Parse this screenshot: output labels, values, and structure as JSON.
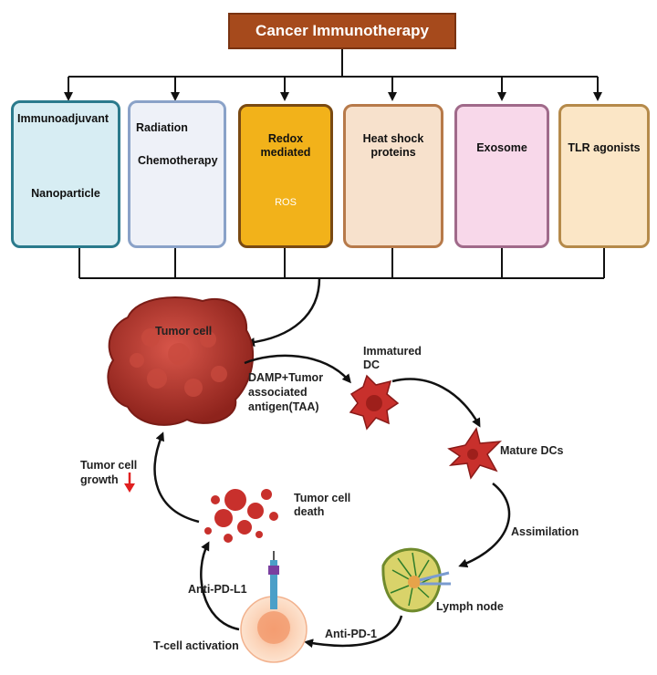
{
  "title": "Cancer Immunotherapy",
  "cards": [
    {
      "id": "immunoadjuvant",
      "lines": [
        "Immunoadjuvant",
        "Nanoparticle"
      ],
      "fill": "#d7edf3",
      "border": "#2a7a8c"
    },
    {
      "id": "radiation",
      "lines": [
        "Radiation",
        "Chemotherapy"
      ],
      "fill": "#eef1f8",
      "border": "#8aa2c8"
    },
    {
      "id": "redox",
      "lines": [
        "Redox",
        "mediated"
      ],
      "fill": "#f2b21a",
      "border": "#7a4a12",
      "badge": "ROS"
    },
    {
      "id": "heat-shock",
      "lines": [
        "Heat shock",
        "proteins"
      ],
      "fill": "#f7e1cc",
      "border": "#b77a4a"
    },
    {
      "id": "exosome",
      "lines": [
        "Exosome"
      ],
      "fill": "#f8d8ea",
      "border": "#a06a8a"
    },
    {
      "id": "tlr",
      "lines": [
        "TLR agonists"
      ],
      "fill": "#fbe6c6",
      "border": "#b58a4a"
    }
  ],
  "cycle_labels": {
    "tumor_cell": "Tumor cell",
    "damp_line1": "DAMP+Tumor",
    "damp_line2": "associated",
    "damp_line3": "antigen(TAA)",
    "immatured_line1": "Immatured",
    "immatured_line2": "DC",
    "mature": "Mature DCs",
    "assimilation": "Assimilation",
    "lymph_node": "Lymph node",
    "anti_pd1": "Anti-PD-1",
    "t_cell_activation": "T-cell activation",
    "anti_pdl1": "Anti-PD-L1",
    "tumor_death_line1": "Tumor cell",
    "tumor_death_line2": "death",
    "growth_line1": "Tumor cell",
    "growth_line2": "growth"
  },
  "colors": {
    "title_bg": "#a64a1c",
    "tumor": "#b0332a",
    "dc": "#c8302c",
    "arrow": "#111111",
    "down_arrow": "#e02020"
  }
}
